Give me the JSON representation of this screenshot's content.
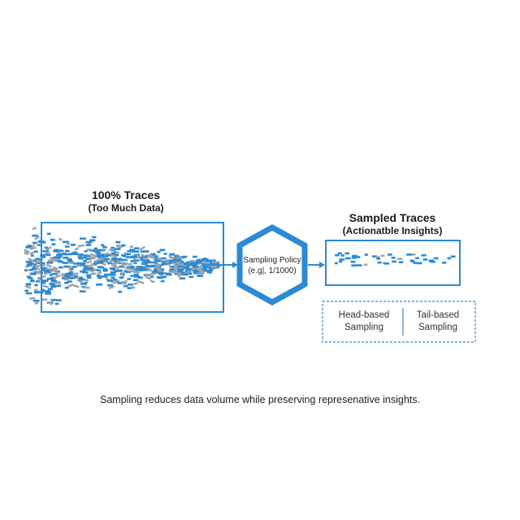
{
  "input": {
    "title": "100% Traces",
    "subtitle": "(Too Much Data)"
  },
  "policy": {
    "line1": "Sampling Policy",
    "line2": "(e.g|, 1/1000)"
  },
  "output": {
    "title": "Sampled Traces",
    "subtitle": "(Actionatble Insights)"
  },
  "methods": [
    {
      "line1": "Head-based",
      "line2": "Sampling"
    },
    {
      "line1": "Tail-based",
      "line2": "Sampling"
    }
  ],
  "caption": "Sampling reduces data volume while preserving represenative insights.",
  "colors": {
    "accent": "#2b8ad6",
    "gray": "#a0a4a8"
  }
}
